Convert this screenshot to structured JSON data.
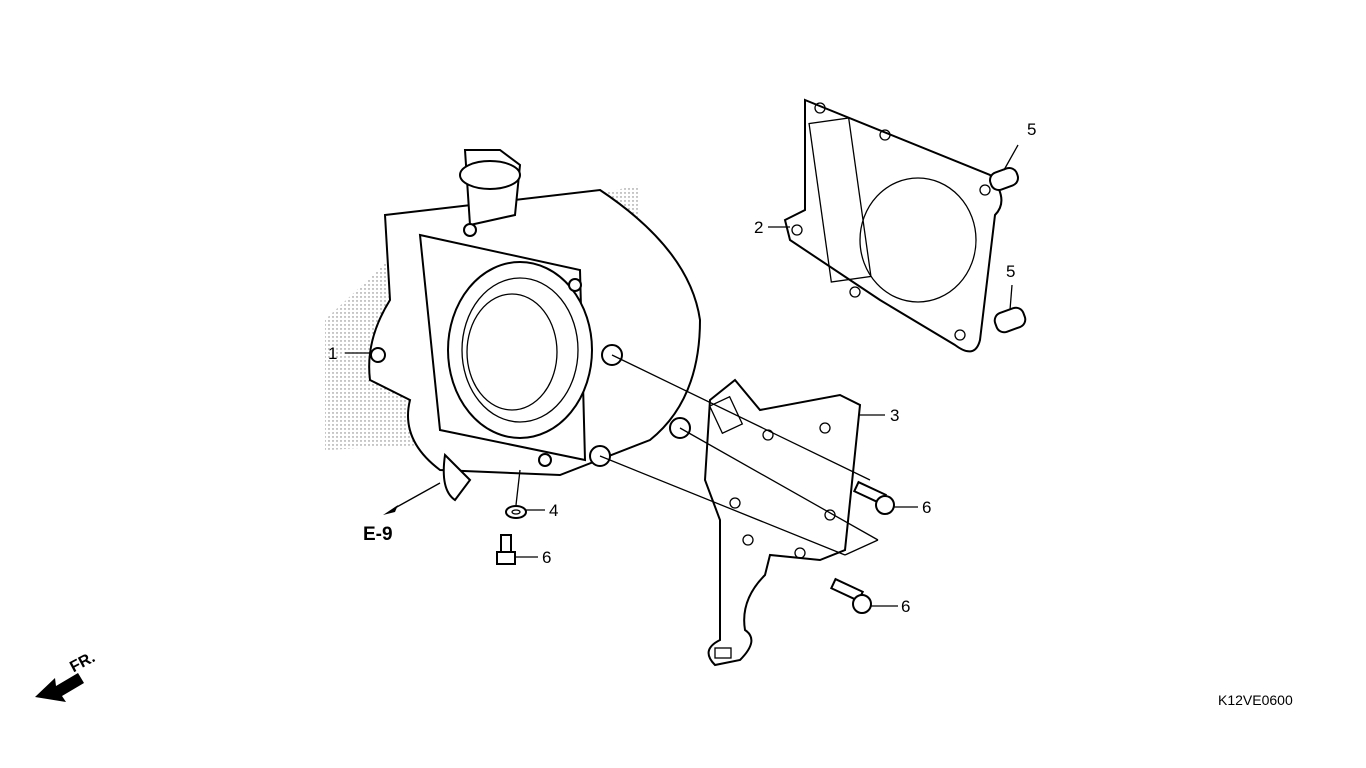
{
  "diagram": {
    "code": "K12VE0600",
    "reference": "E-9",
    "direction": "FR.",
    "callouts": [
      "1",
      "2",
      "3",
      "4",
      "5",
      "5",
      "6",
      "6",
      "6"
    ]
  }
}
